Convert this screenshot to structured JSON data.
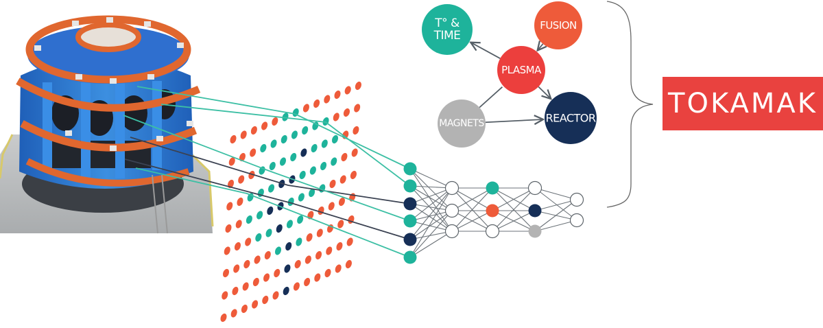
{
  "colors": {
    "teal": "#1eb39b",
    "orange": "#ee5b3a",
    "navy": "#162f57",
    "grey": "#b3b3b3",
    "plasma_red": "#ec3f3d",
    "tokamak_red": "#e9423f",
    "edge": "#555e66",
    "line_teal": "#3cbfa4",
    "line_dark": "#3b4252"
  },
  "concept_map": {
    "nodes": [
      {
        "id": "temp_time",
        "label_lines": [
          "T° &",
          "TIME"
        ],
        "color": "teal"
      },
      {
        "id": "fusion",
        "label_lines": [
          "FUSION"
        ],
        "color": "orange"
      },
      {
        "id": "plasma",
        "label_lines": [
          "PLASMA"
        ],
        "color": "plasma_red"
      },
      {
        "id": "magnets",
        "label_lines": [
          "MAGNETS"
        ],
        "color": "grey"
      },
      {
        "id": "reactor",
        "label_lines": [
          "REACTOR"
        ],
        "color": "navy"
      }
    ],
    "edges": [
      {
        "from": "plasma",
        "to": "temp_time",
        "arrow": true
      },
      {
        "from": "fusion",
        "to": "plasma",
        "arrow": true
      },
      {
        "from": "plasma",
        "to": "reactor",
        "arrow": true
      },
      {
        "from": "magnets",
        "to": "plasma",
        "arrow": false
      },
      {
        "from": "magnets",
        "to": "reactor",
        "arrow": true
      }
    ]
  },
  "result": {
    "label": "TOKAMAK"
  },
  "dot_grid": {
    "rows": [
      "OOOOOTTOOOOOO",
      "OOOTTTTTTTOOO",
      "OOOTTTTNTTTOO",
      "OOTTTNNTTTTOO",
      "OOTTNNTTTTOOO",
      "OOOTTNTTOOOOO",
      "OOOOOTNTOOOOO",
      "OOOOOONOOOOOO",
      "OOOOOONOOOOOO"
    ],
    "legend": {
      "O": "orange",
      "T": "teal",
      "N": "navy"
    }
  },
  "neural_network": {
    "layers": [
      [
        "teal",
        "teal",
        "navy",
        "teal",
        "navy",
        "teal"
      ],
      [
        "white",
        "white",
        "white"
      ],
      [
        "teal",
        "orange",
        "white"
      ],
      [
        "white",
        "navy",
        "grey"
      ],
      [
        "white",
        "white"
      ]
    ],
    "input_connector_colors": [
      "line_teal",
      "line_teal",
      "line_dark",
      "line_teal",
      "line_dark",
      "line_teal"
    ]
  },
  "photo": {
    "subject": "tokamak-device-photo"
  }
}
